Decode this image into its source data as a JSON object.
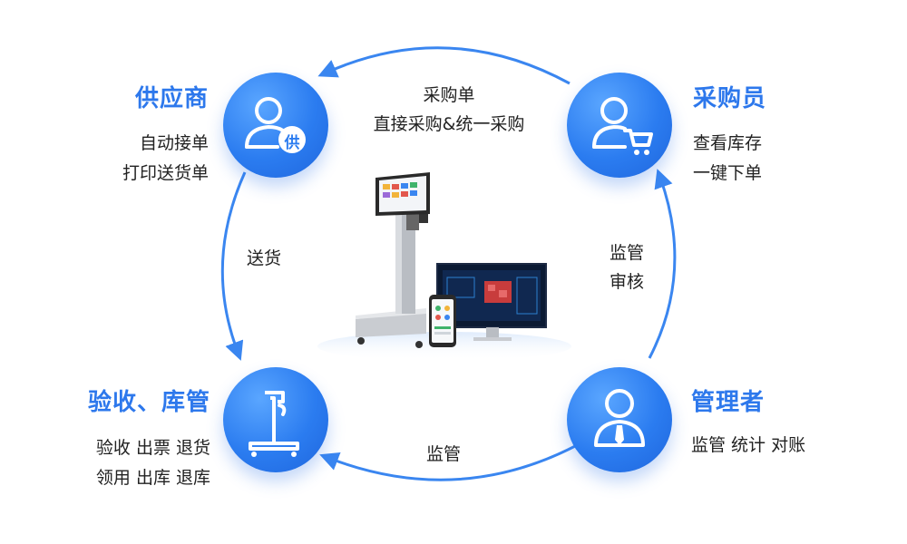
{
  "roles": {
    "supplier": {
      "title": "供应商",
      "lines": [
        "自动接单",
        "打印送货单"
      ],
      "icon": "supplier-person-icon",
      "icon_char": "供"
    },
    "purchaser": {
      "title": "采购员",
      "lines": [
        "查看库存",
        "一键下单"
      ],
      "icon": "purchaser-cart-icon"
    },
    "receiver": {
      "title": "验收、库管",
      "lines": [
        "验收 出票 退货",
        "领用 出库 退库"
      ],
      "icon": "scale-icon"
    },
    "manager": {
      "title": "管理者",
      "lines": [
        "监管 统计 对账"
      ],
      "icon": "manager-tie-icon"
    }
  },
  "flows": {
    "top": [
      "采购单",
      "直接采购&统一采购"
    ],
    "left": "送货",
    "right": [
      "监管",
      "审核"
    ],
    "bottom": "监管"
  },
  "colors": {
    "accent": "#2d78ec",
    "circle": "#2b7cf0",
    "ring": "#3a86f0"
  },
  "center_image": "weighing-scale-terminal-monitor-phone"
}
